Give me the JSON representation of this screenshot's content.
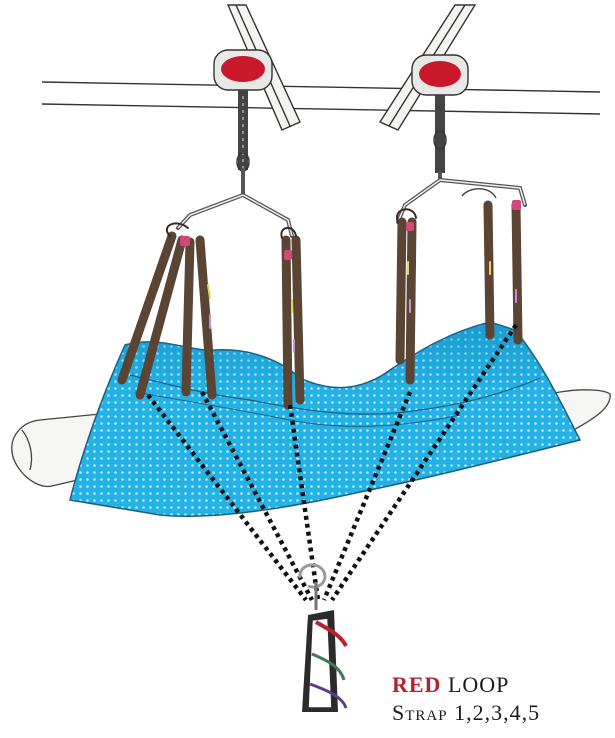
{
  "caption": {
    "red_word": "RED",
    "loop_word": "LOOP",
    "strap_line": "Strap 1,2,3,4,5"
  },
  "colors": {
    "sling_fabric": "#22b2e6",
    "sling_dots": "#bfe9f8",
    "strap_brown": "#5a4535",
    "hanger_red": "#c8182a",
    "red_loop": "#c0202c",
    "green_loop": "#3f7a55",
    "purple_loop": "#5b3f8a",
    "dotted_lines": "#111111"
  },
  "icons": [
    "hoist-rail",
    "spreader-bar-hanger",
    "sling-strap",
    "lifting-hook",
    "loop-strap-detail"
  ]
}
